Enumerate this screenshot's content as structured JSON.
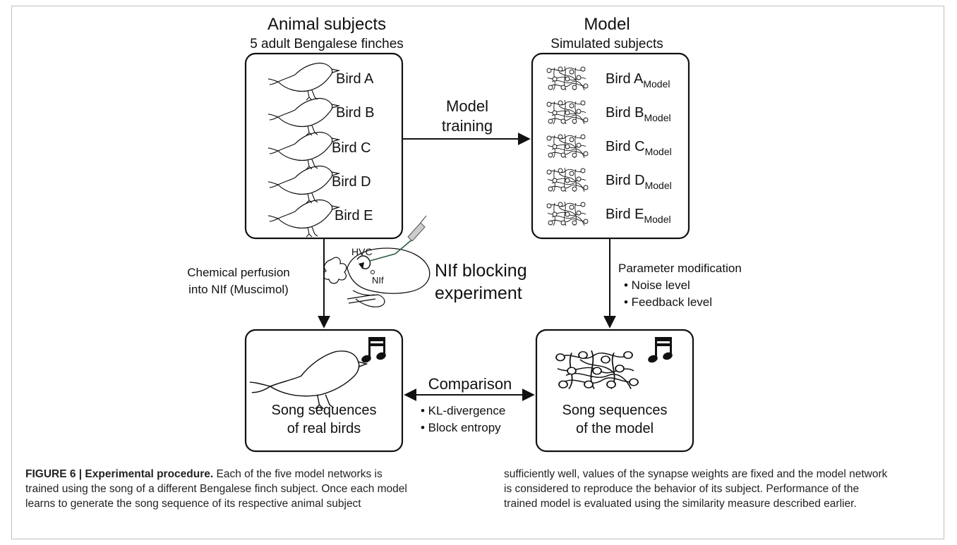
{
  "animal": {
    "title": "Animal subjects",
    "subtitle": "5 adult Bengalese finches",
    "birds": [
      "Bird A",
      "Bird B",
      "Bird C",
      "Bird D",
      "Bird E"
    ]
  },
  "model": {
    "title": "Model",
    "subtitle": "Simulated subjects",
    "birds": [
      {
        "name": "Bird A",
        "sub": "Model"
      },
      {
        "name": "Bird B",
        "sub": "Model"
      },
      {
        "name": "Bird C",
        "sub": "Model"
      },
      {
        "name": "Bird D",
        "sub": "Model"
      },
      {
        "name": "Bird E",
        "sub": "Model"
      }
    ]
  },
  "training": {
    "line1": "Model",
    "line2": "training"
  },
  "perfusion": {
    "line1": "Chemical perfusion",
    "line2": "into NIf (Muscimol)"
  },
  "brain": {
    "hvc": "HVC",
    "nif": "NIf"
  },
  "blocking": {
    "line1": "NIf blocking",
    "line2": "experiment"
  },
  "parameter": {
    "title": "Parameter modification",
    "items": [
      "• Noise level",
      "• Feedback level"
    ]
  },
  "comparison": {
    "title": "Comparison",
    "items": [
      "• KL-divergence",
      "• Block entropy"
    ]
  },
  "real_songs": {
    "line1": "Song sequences",
    "line2": "of real birds"
  },
  "model_songs": {
    "line1": "Song sequences",
    "line2": "of the model"
  },
  "caption": {
    "label": "FIGURE 6 | Experimental procedure.",
    "left_lines": [
      " Each of the five model networks is",
      "trained using the song of a different Bengalese finch subject. Once each model",
      "learns to generate the song sequence of its respective animal subject"
    ],
    "right_lines": [
      "sufficiently well, values of the synapse weights are fixed and the model network",
      "is considered to reproduce the behavior of its subject. Performance of the",
      "trained model is evaluated using the similarity measure described earlier."
    ]
  }
}
